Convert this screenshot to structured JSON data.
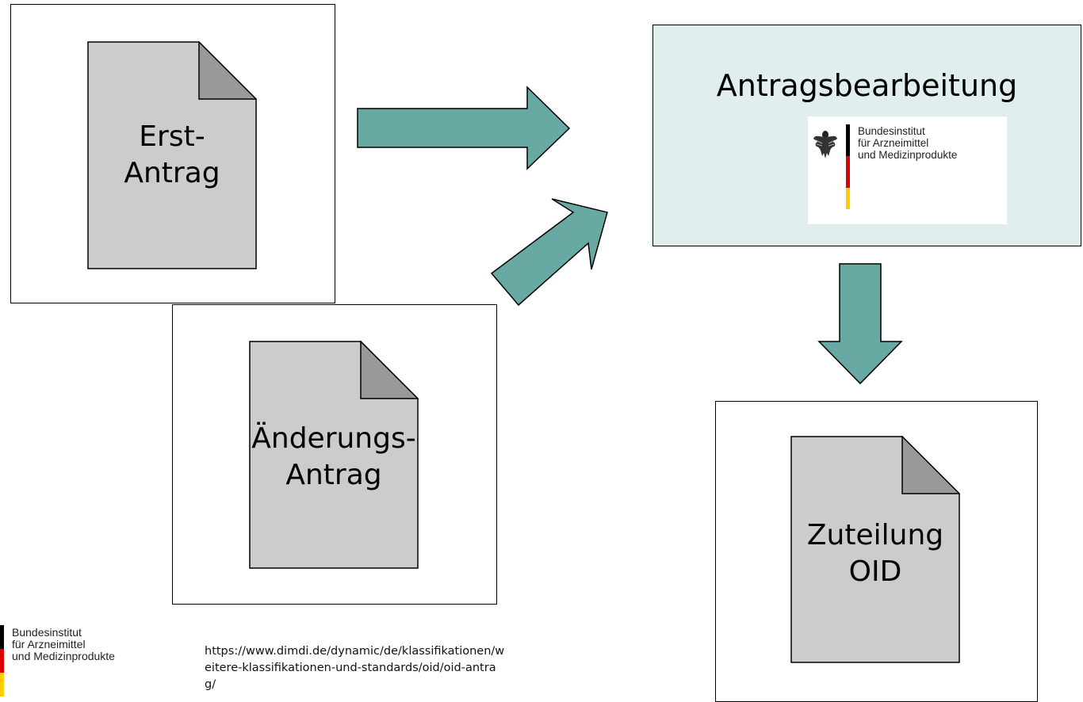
{
  "documents": {
    "erst": "Erst-\nAntrag",
    "aenderung": "Änderungs-\nAntrag",
    "zuteilung": "Zuteilung\nOID"
  },
  "bearbeitung": {
    "title": "Antragsbearbeitung"
  },
  "logo": {
    "name": "Bundesinstitut\nfür Arzneimittel\nund Medizinprodukte",
    "colors": [
      "#000000",
      "#dd0000",
      "#ffce00"
    ],
    "icon": "federal-eagle-icon"
  },
  "footer": {
    "url": "https://www.dimdi.de/dynamic/de/klassifikationen/weitere-klassifikationen-und-standards/oid/oid-antrag/"
  },
  "colors": {
    "arrow": "#68aaa3",
    "document": "#cccccc",
    "document_fold": "#999999",
    "bearbeitung_bg": "#e1eeee"
  }
}
